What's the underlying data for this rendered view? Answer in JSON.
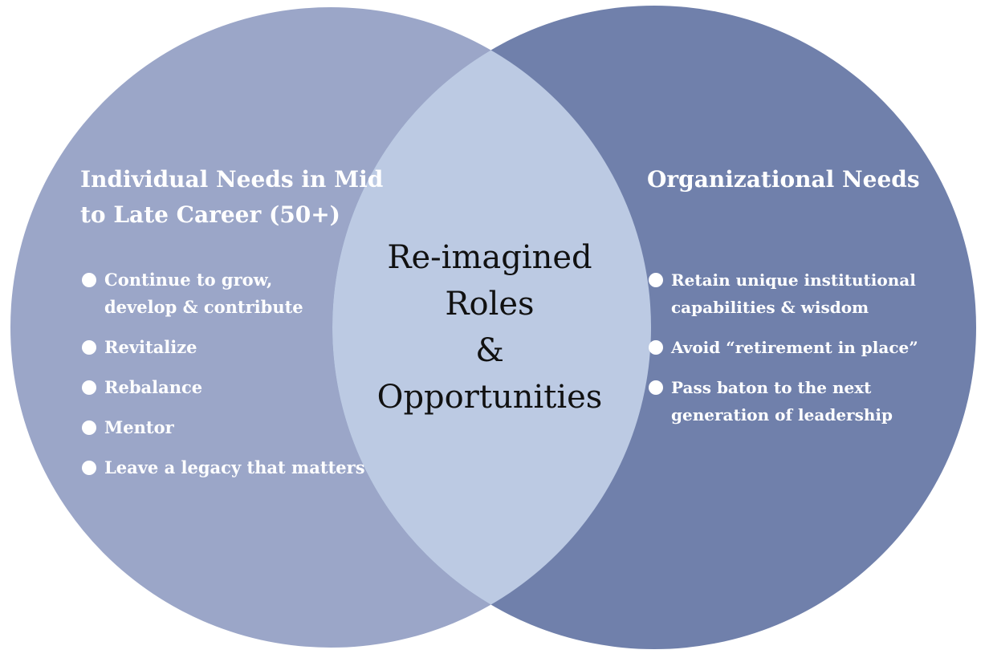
{
  "colors": {
    "left_circle": "#9ba6c8",
    "right_circle": "#7080ab",
    "overlap": "#bccae3",
    "text_light": "#ffffff",
    "text_dark": "#111111"
  },
  "left": {
    "title": "Individual Needs in Mid\nto Late Career (50+)",
    "items": [
      "Continue to grow,\ndevelop & contribute",
      "Revitalize",
      "Rebalance",
      "Mentor",
      "Leave a legacy that matters"
    ]
  },
  "right": {
    "title": "Organizational Needs",
    "items": [
      "Retain unique institutional\ncapabilities & wisdom",
      "Avoid “retirement in place”",
      "Pass baton to the next\ngeneration of leadership"
    ]
  },
  "center": {
    "label": "Re-imagined\nRoles\n&\nOpportunities"
  }
}
